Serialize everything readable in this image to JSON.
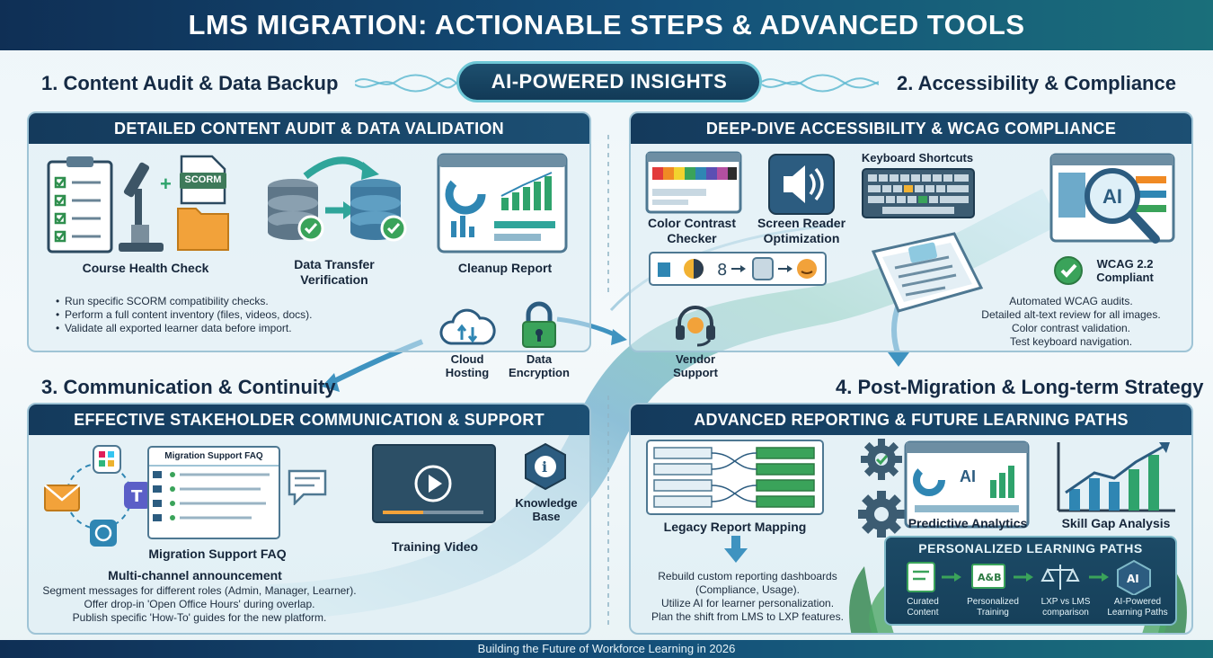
{
  "title": "LMS MIGRATION: ACTIONABLE STEPS & ADVANCED TOOLS",
  "center_badge": "AI-POWERED INSIGHTS",
  "steps": {
    "step1": "1. Content Audit & Data Backup",
    "step2": "2. Accessibility & Compliance",
    "step3": "3. Communication & Continuity",
    "step4": "4. Post-Migration & Long-term Strategy"
  },
  "panel1": {
    "header": "DETAILED CONTENT AUDIT & DATA VALIDATION",
    "scorm_tag": "SCORM",
    "items": [
      "Course Health Check",
      "Data Transfer Verification",
      "Cleanup Report"
    ],
    "bullets": [
      "Run specific SCORM compatibility checks.",
      "Perform a full content inventory (files, videos, docs).",
      "Validate all exported learner data before import."
    ]
  },
  "panel2": {
    "header": "DEEP-DIVE ACCESSIBILITY & WCAG COMPLIANCE",
    "keyboard_label": "Keyboard Shortcuts",
    "items": [
      "Color Contrast Checker",
      "Screen Reader Optimization"
    ],
    "ai_label": "AI",
    "wcag_badge": "WCAG 2.2 Compliant",
    "bullets": [
      "Automated WCAG audits.",
      "Detailed alt-text review for all images.",
      "Color contrast validation.",
      "Test keyboard navigation."
    ]
  },
  "center_icons": [
    "Cloud Hosting",
    "Data Encryption",
    "Vendor Support"
  ],
  "panel3": {
    "header": "EFFECTIVE STAKEHOLDER COMMUNICATION & SUPPORT",
    "faq_window_title": "Migration Support FAQ",
    "faq_label": "Migration Support FAQ",
    "video_label": "Training Video",
    "kb_label": "Knowledge Base",
    "subheading": "Multi-channel announcement",
    "lines": [
      "Segment messages for different roles (Admin, Manager, Learner).",
      "Offer drop-in 'Open Office Hours' during overlap.",
      "Publish specific 'How-To' guides for the new platform."
    ]
  },
  "panel4": {
    "header": "ADVANCED REPORTING & FUTURE LEARNING PATHS",
    "mapping_label": "Legacy Report Mapping",
    "analytics_label": "Predictive Analytics",
    "ai_label": "AI",
    "skill_label": "Skill Gap Analysis",
    "lines": [
      "Rebuild custom reporting dashboards (Compliance, Usage).",
      "Utilize AI for learner personalization.",
      "Plan the shift from LMS to LXP features."
    ],
    "plp": {
      "title": "PERSONALIZED LEARNING PATHS",
      "steps": [
        "Curated Content",
        "Personalized Training",
        "LXP vs LMS comparison",
        "AI-Powered Learning Paths"
      ]
    }
  },
  "footer": "Building the Future of Workforce Learning in 2026",
  "colors": {
    "title_bg": "#0f2f55",
    "panel_header": "#143a5c",
    "accent_teal": "#2fa6a0",
    "accent_green": "#3aa35a",
    "accent_orange": "#f0a030",
    "flow_path": "#4aa3c8"
  }
}
